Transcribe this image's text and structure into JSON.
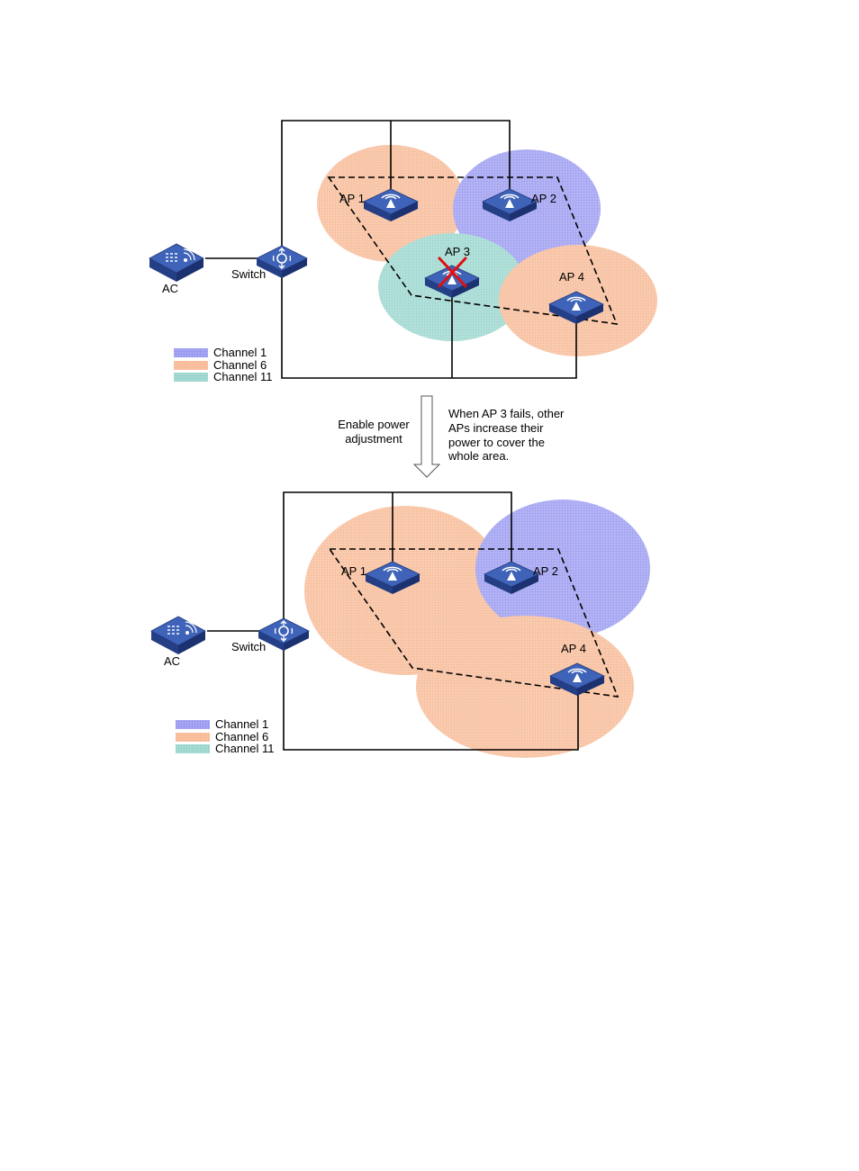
{
  "colors": {
    "channel_1": "#8f8ff0",
    "channel_6": "#f8b995",
    "channel_11": "#8fd0c8",
    "device": "#2f4e9a",
    "device_top": "#3f63b8",
    "fail_mark": "#e01010",
    "line": "#000000"
  },
  "top_diagram": {
    "ac_label": "AC",
    "switch_label": "Switch",
    "ap1_label": "AP 1",
    "ap2_label": "AP 2",
    "ap3_label": "AP 3",
    "ap4_label": "AP 4",
    "legend": [
      "Channel 1",
      "Channel 6",
      "Channel 11"
    ]
  },
  "transition": {
    "left_text": [
      "Enable power",
      "adjustment"
    ],
    "right_text": [
      "When AP 3 fails, other",
      "APs increase their",
      "power to cover the",
      "whole area."
    ]
  },
  "bottom_diagram": {
    "ac_label": "AC",
    "switch_label": "Switch",
    "ap1_label": "AP 1",
    "ap2_label": "AP 2",
    "ap4_label": "AP 4",
    "legend": [
      "Channel 1",
      "Channel 6",
      "Channel 11"
    ]
  },
  "icons": {
    "ac": "access-controller-icon",
    "switch": "switch-icon",
    "ap": "access-point-icon",
    "failure": "x-mark-icon",
    "arrow": "down-arrow-icon"
  }
}
